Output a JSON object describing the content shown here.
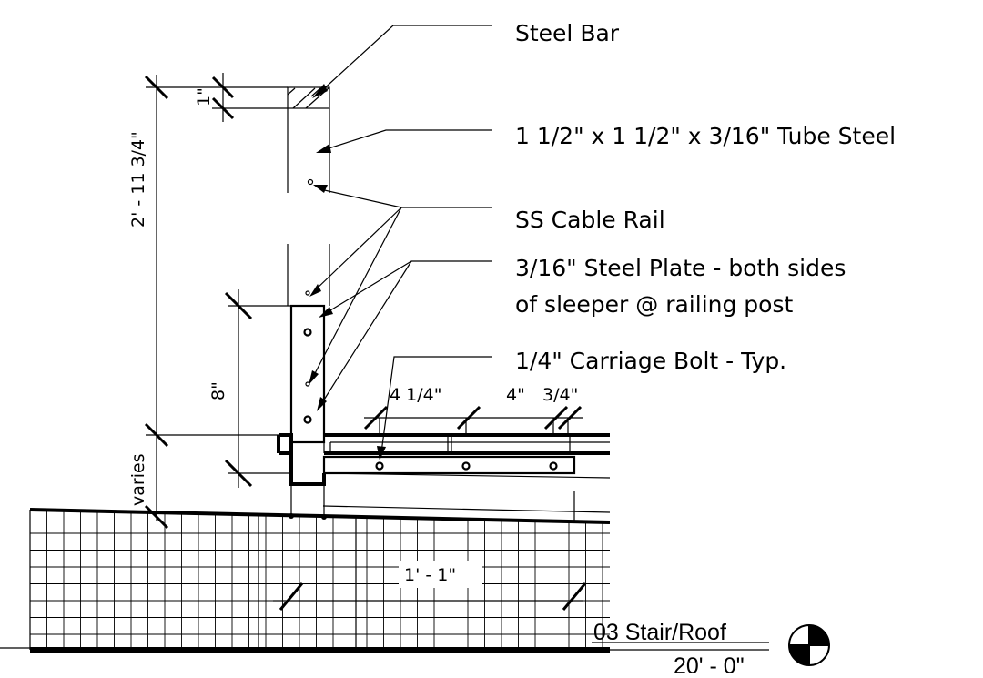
{
  "notes": {
    "steel_bar": "Steel Bar",
    "tube_steel": "1 1/2\" x 1 1/2\" x 3/16\" Tube Steel",
    "cable_rail": "SS Cable Rail",
    "steel_plate_line1": "3/16\" Steel Plate - both sides",
    "steel_plate_line2": "of sleeper @ railing post",
    "carriage_bolt": "1/4\" Carriage Bolt - Typ."
  },
  "dimensions": {
    "overall_height": "2' - 11 3/4\"",
    "bar_depth": "1\"",
    "plate_height": "8\"",
    "varies": "varies",
    "bolt_spacing_1": "4 1/4\"",
    "bolt_spacing_2": "4\"",
    "bolt_spacing_3": "3/4\"",
    "slab_width": "1' - 1\""
  },
  "level": {
    "name": "03 Stair/Roof",
    "elevation": "20' - 0\""
  }
}
